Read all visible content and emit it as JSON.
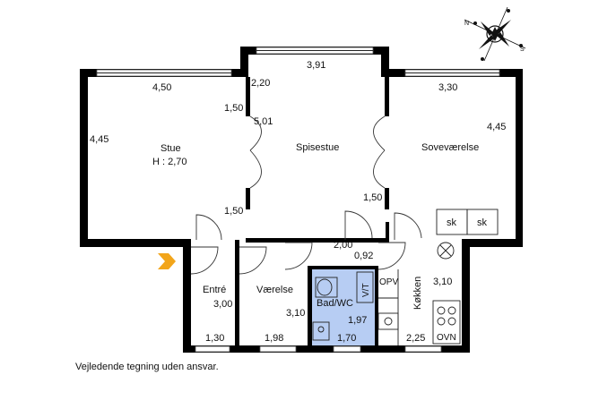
{
  "compass": {
    "n": "N",
    "s": "S"
  },
  "rooms": {
    "stue": {
      "name": "Stue",
      "height_label": "H : 2,70"
    },
    "spisestue": {
      "name": "Spisestue"
    },
    "sovevaerelse": {
      "name": "Soveværelse"
    },
    "entre": {
      "name": "Entré"
    },
    "vaerelse": {
      "name": "Værelse"
    },
    "badwc": {
      "name": "Bad/WC"
    },
    "kokken": {
      "name": "Køkken"
    }
  },
  "fixtures": {
    "sk1": "sk",
    "sk2": "sk",
    "vt": "V/T",
    "opv": "OPV",
    "ovn": "OVN"
  },
  "dims": {
    "d_450": "4,50",
    "d_391": "3,91",
    "d_330": "3,30",
    "d_220": "2,20",
    "d_150a": "1,50",
    "d_501": "5,01",
    "d_445a": "4,45",
    "d_445b": "4,45",
    "d_150b": "1,50",
    "d_150c": "1,50",
    "d_200": "2,00",
    "d_092": "0,92",
    "d_310a": "3,10",
    "d_300": "3,00",
    "d_310b": "3,10",
    "d_197": "1,97",
    "d_130": "1,30",
    "d_198": "1,98",
    "d_170": "1,70",
    "d_225": "2,25"
  },
  "footer": {
    "disclaimer": "Vejledende tegning uden ansvar."
  },
  "colors": {
    "bathroom": "#b7cdf3",
    "entrance_arrow": "#f2a51a",
    "wall": "#000000"
  }
}
